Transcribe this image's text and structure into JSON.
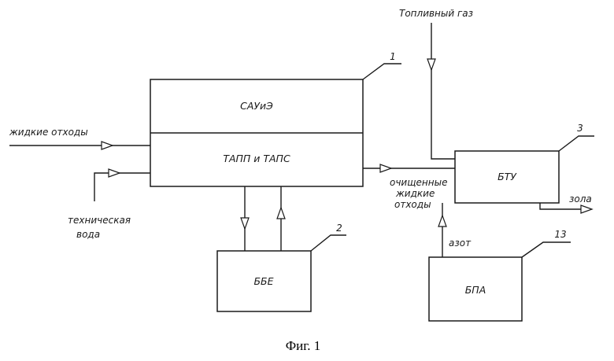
{
  "diagram": {
    "blocks": {
      "sauie": "САУиЭ",
      "tapp": "ТАПП и ТАПС",
      "bbe": "ББЕ",
      "btu": "БТУ",
      "bpa": "БПА"
    },
    "callouts": {
      "block1": "1",
      "block2": "2",
      "block3": "3",
      "block13": "13"
    },
    "flows": {
      "fuel_gas": "Топливный газ",
      "liquid_waste": "жидкие отходы",
      "tech_water_line1": "техническая",
      "tech_water_line2": "вода",
      "cleaned_line1": "очищенные",
      "cleaned_line2": "жидкие",
      "cleaned_line3": "отходы",
      "ash": "зола",
      "nitrogen": "азот"
    },
    "caption": "Фиг. 1"
  }
}
